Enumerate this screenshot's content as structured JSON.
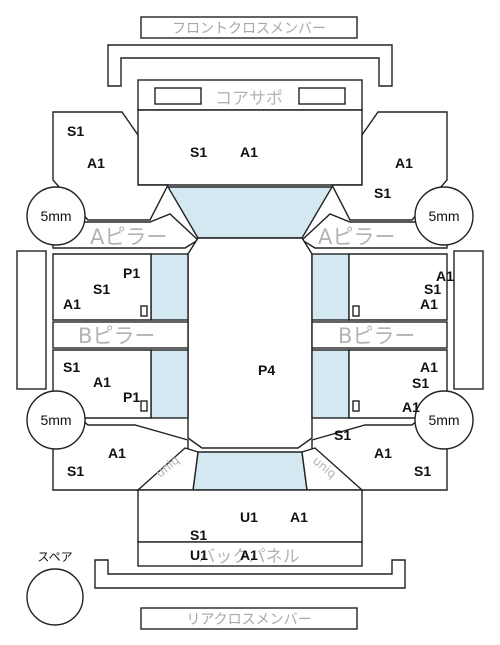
{
  "captions": {
    "front_cross_member": "フロントクロスメンバー",
    "core_support": "コアサポ",
    "a_pillar": "Aピラー",
    "b_pillar": "Bピラー",
    "back_panel": "バックパネル",
    "rear_cross_member": "リアクロスメンバー",
    "spare": "スペア",
    "uniq": "uniq"
  },
  "badge": "5mm",
  "grades": {
    "s1": "S1",
    "a1": "A1",
    "p1": "P1",
    "p4": "P4",
    "u1": "U1"
  },
  "colors": {
    "glass": "#d3e8f0",
    "ghost_text": "#b3b3b3"
  }
}
